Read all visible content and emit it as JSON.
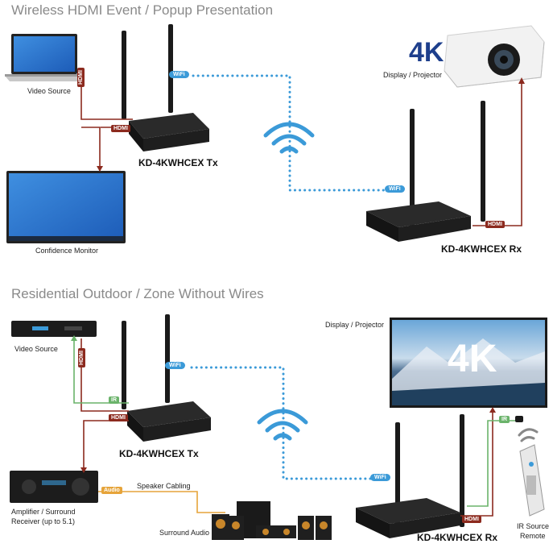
{
  "top": {
    "heading": "Wireless HDMI Event / Popup Presentation",
    "video_source": "Video Source",
    "confidence_monitor": "Confidence Monitor",
    "tx_label": "KD-4KWHCEX Tx",
    "rx_label": "KD-4KWHCEX Rx",
    "display": "Display / Projector",
    "badge_4k": "4K",
    "hdmi": "HDMI",
    "wifi": "WiFi"
  },
  "bottom": {
    "heading": "Residential Outdoor / Zone Without Wires",
    "video_source": "Video Source",
    "tx_label": "KD-4KWHCEX Tx",
    "rx_label": "KD-4KWHCEX Rx",
    "display": "Display / Projector",
    "tv_4k": "4K",
    "amp_label_1": "Amplifier / Surround",
    "amp_label_2": "Receiver (up to 5.1)",
    "speaker_cabling": "Speaker Cabling",
    "surround_audio": "Surround Audio",
    "ir_source_1": "IR Source",
    "ir_source_2": "Remote",
    "hdmi": "HDMI",
    "wifi": "WiFi",
    "audio": "Audio",
    "ir": "IR"
  },
  "colors": {
    "hdmi": "#8c2a1e",
    "wifi": "#3b9ad8",
    "audio": "#e6a43a",
    "ir": "#6ab36a",
    "heading": "#8a8a8a"
  }
}
